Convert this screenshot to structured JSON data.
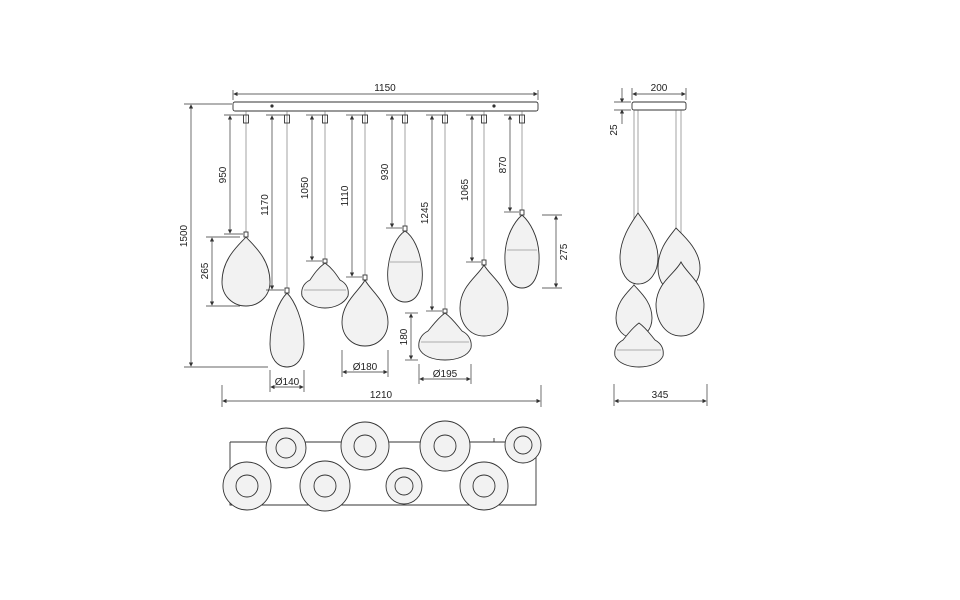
{
  "front_view": {
    "canopy_length": "1150",
    "total_height": "1500",
    "overall_width": "1210",
    "drop_lengths": [
      "950",
      "1170",
      "1050",
      "1110",
      "930",
      "1245",
      "1065",
      "870"
    ],
    "shade_height_left": "265",
    "shade_height_right": "275",
    "shade_height_small": "180",
    "diameter_a": "Ø140",
    "diameter_b": "Ø180",
    "diameter_c": "Ø195"
  },
  "side_view": {
    "canopy_width": "200",
    "canopy_height": "25",
    "overall_depth": "345"
  }
}
